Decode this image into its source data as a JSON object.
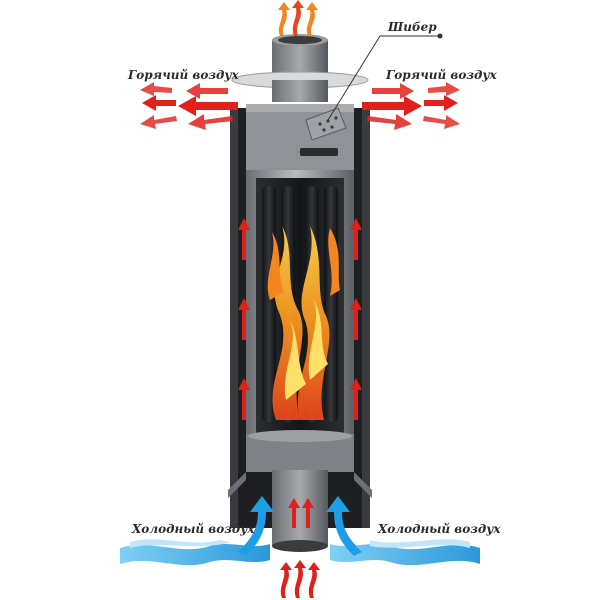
{
  "labels": {
    "damper": "Шибер",
    "hot_air_left": "Горячий воздух",
    "hot_air_right": "Горячий воздух",
    "cold_air_left": "Холодный воздух",
    "cold_air_right": "Холодный воздух"
  },
  "colors": {
    "hot_arrow": "#e0201b",
    "flame_orange": "#f5861f",
    "flame_yellow": "#ffd23a",
    "cold_arrow": "#1e9ee6",
    "water": "#4fb6ea",
    "metal_dark": "#4a4d52",
    "metal_mid": "#8f9297",
    "metal_light": "#c9cbce",
    "jacket_black": "#1e1f22",
    "label_text": "#2b2b2b"
  },
  "icons": [
    "flame-icon",
    "hot-air-arrow-icon",
    "cold-air-arrow-icon",
    "damper-icon"
  ]
}
